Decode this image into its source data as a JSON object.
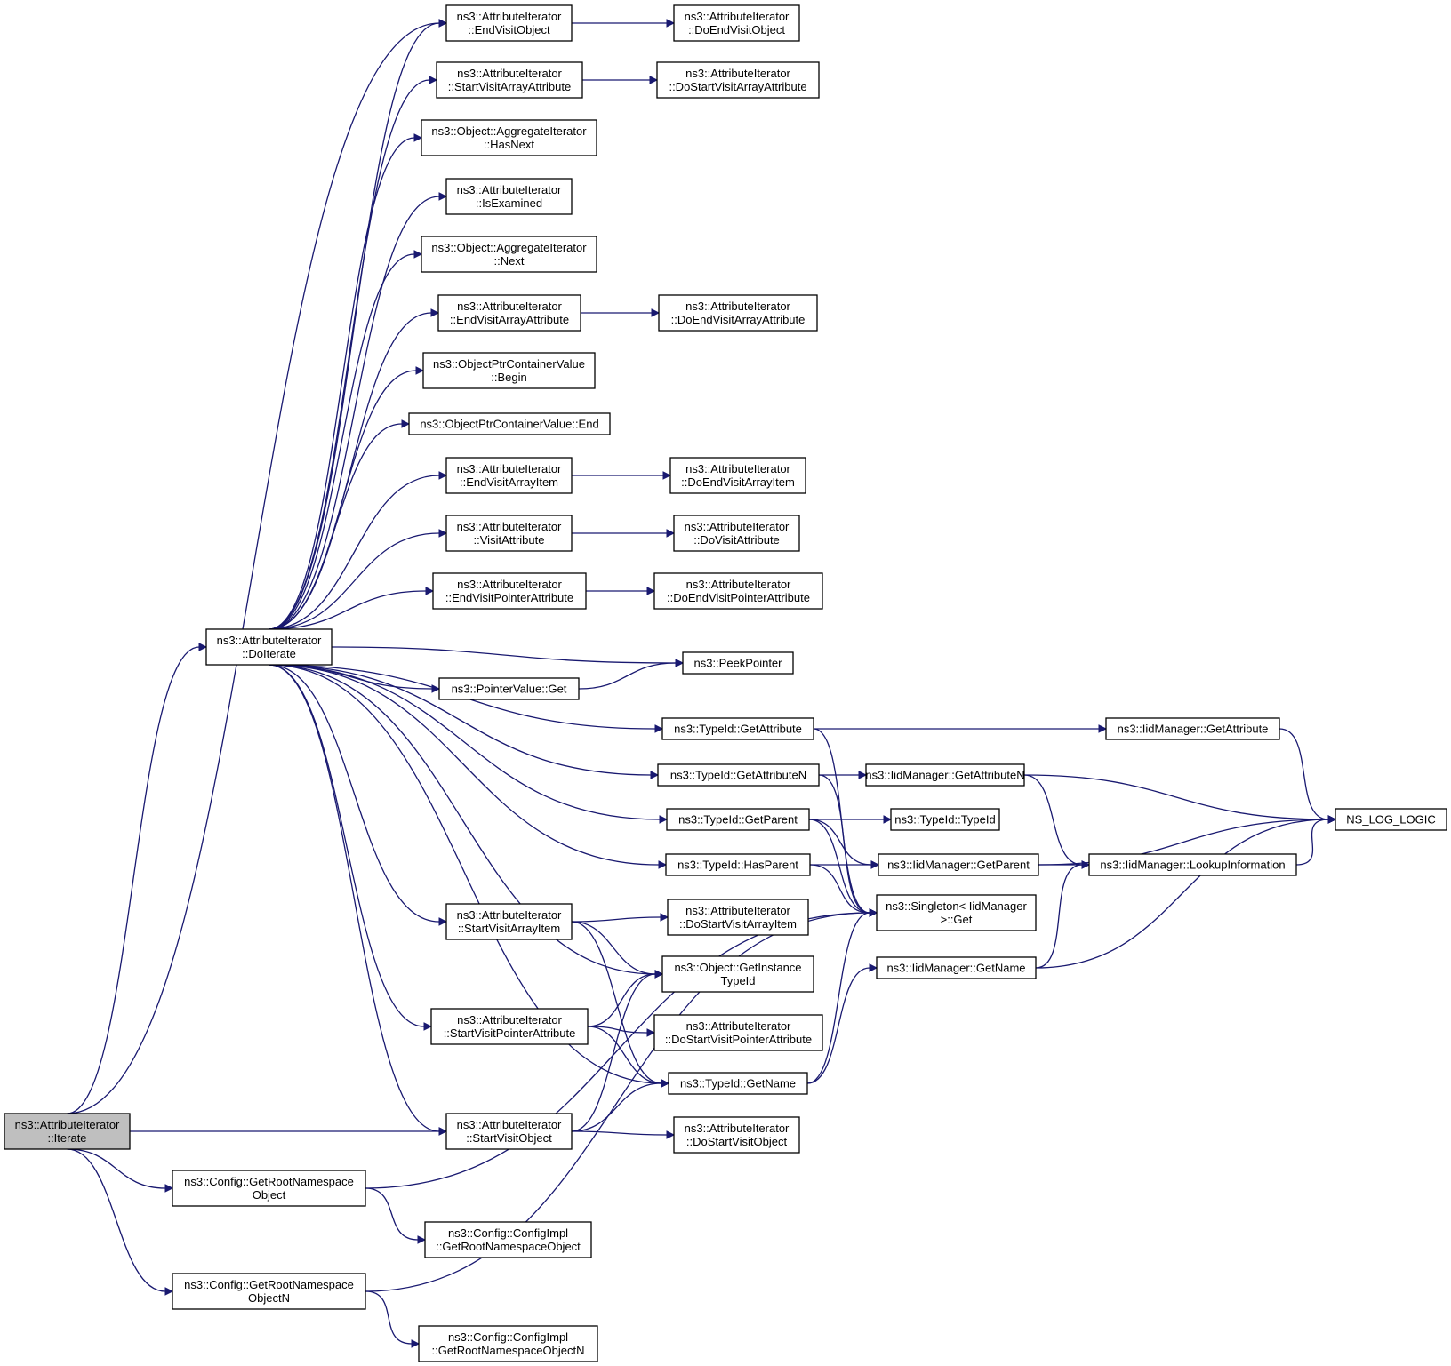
{
  "colors": {
    "edge": "#191970",
    "root_fill": "#bfbfbf",
    "node_fill": "#ffffff",
    "node_border": "#000000"
  },
  "nodes": [
    {
      "id": "iterate",
      "lines": [
        "ns3::AttributeIterator",
        "::Iterate"
      ],
      "root": true
    },
    {
      "id": "doiterate",
      "lines": [
        "ns3::AttributeIterator",
        "::DoIterate"
      ]
    },
    {
      "id": "grn_obj",
      "lines": [
        "ns3::Config::GetRootNamespace",
        "Object"
      ]
    },
    {
      "id": "grn_objn",
      "lines": [
        "ns3::Config::GetRootNamespace",
        "ObjectN"
      ]
    },
    {
      "id": "cfgimpl_obj",
      "lines": [
        "ns3::Config::ConfigImpl",
        "::GetRootNamespaceObject"
      ]
    },
    {
      "id": "cfgimpl_objn",
      "lines": [
        "ns3::Config::ConfigImpl",
        "::GetRootNamespaceObjectN"
      ]
    },
    {
      "id": "endvisitobj",
      "lines": [
        "ns3::AttributeIterator",
        "::EndVisitObject"
      ]
    },
    {
      "id": "startvisitarrattr",
      "lines": [
        "ns3::AttributeIterator",
        "::StartVisitArrayAttribute"
      ]
    },
    {
      "id": "agg_hasnext",
      "lines": [
        "ns3::Object::AggregateIterator",
        "::HasNext"
      ]
    },
    {
      "id": "isexamined",
      "lines": [
        "ns3::AttributeIterator",
        "::IsExamined"
      ]
    },
    {
      "id": "agg_next",
      "lines": [
        "ns3::Object::AggregateIterator",
        "::Next"
      ]
    },
    {
      "id": "endvisitarrattr",
      "lines": [
        "ns3::AttributeIterator",
        "::EndVisitArrayAttribute"
      ]
    },
    {
      "id": "optr_begin",
      "lines": [
        "ns3::ObjectPtrContainerValue",
        "::Begin"
      ]
    },
    {
      "id": "optr_end",
      "lines": [
        "ns3::ObjectPtrContainerValue::End"
      ]
    },
    {
      "id": "endvisitarritem",
      "lines": [
        "ns3::AttributeIterator",
        "::EndVisitArrayItem"
      ]
    },
    {
      "id": "visitattr",
      "lines": [
        "ns3::AttributeIterator",
        "::VisitAttribute"
      ]
    },
    {
      "id": "endvisitptrattr",
      "lines": [
        "ns3::AttributeIterator",
        "::EndVisitPointerAttribute"
      ]
    },
    {
      "id": "pointervalue_get",
      "lines": [
        "ns3::PointerValue::Get"
      ]
    },
    {
      "id": "startvisitarritem",
      "lines": [
        "ns3::AttributeIterator",
        "::StartVisitArrayItem"
      ]
    },
    {
      "id": "startvisitptrattr",
      "lines": [
        "ns3::AttributeIterator",
        "::StartVisitPointerAttribute"
      ]
    },
    {
      "id": "startvisitobj",
      "lines": [
        "ns3::AttributeIterator",
        "::StartVisitObject"
      ]
    },
    {
      "id": "doendvisitobj",
      "lines": [
        "ns3::AttributeIterator",
        "::DoEndVisitObject"
      ]
    },
    {
      "id": "dostartvisitarrattr",
      "lines": [
        "ns3::AttributeIterator",
        "::DoStartVisitArrayAttribute"
      ]
    },
    {
      "id": "doendvisitarrattr",
      "lines": [
        "ns3::AttributeIterator",
        "::DoEndVisitArrayAttribute"
      ]
    },
    {
      "id": "doendvisitarritem",
      "lines": [
        "ns3::AttributeIterator",
        "::DoEndVisitArrayItem"
      ]
    },
    {
      "id": "dovisitattr",
      "lines": [
        "ns3::AttributeIterator",
        "::DoVisitAttribute"
      ]
    },
    {
      "id": "doendvisitptrattr",
      "lines": [
        "ns3::AttributeIterator",
        "::DoEndVisitPointerAttribute"
      ]
    },
    {
      "id": "peekpointer",
      "lines": [
        "ns3::PeekPointer"
      ]
    },
    {
      "id": "typeid_getattr",
      "lines": [
        "ns3::TypeId::GetAttribute"
      ]
    },
    {
      "id": "typeid_getattrn",
      "lines": [
        "ns3::TypeId::GetAttributeN"
      ]
    },
    {
      "id": "typeid_getparent",
      "lines": [
        "ns3::TypeId::GetParent"
      ]
    },
    {
      "id": "typeid_hasparent",
      "lines": [
        "ns3::TypeId::HasParent"
      ]
    },
    {
      "id": "dostartvisitarritem",
      "lines": [
        "ns3::AttributeIterator",
        "::DoStartVisitArrayItem"
      ]
    },
    {
      "id": "getinstancetypeid",
      "lines": [
        "ns3::Object::GetInstance",
        "TypeId"
      ]
    },
    {
      "id": "dostartvisitptrattr",
      "lines": [
        "ns3::AttributeIterator",
        "::DoStartVisitPointerAttribute"
      ]
    },
    {
      "id": "typeid_getname",
      "lines": [
        "ns3::TypeId::GetName"
      ]
    },
    {
      "id": "dostartvisitobj",
      "lines": [
        "ns3::AttributeIterator",
        "::DoStartVisitObject"
      ]
    },
    {
      "id": "iid_getattrn",
      "lines": [
        "ns3::IidManager::GetAttributeN"
      ]
    },
    {
      "id": "typeid_typeid",
      "lines": [
        "ns3::TypeId::TypeId"
      ]
    },
    {
      "id": "iid_getparent",
      "lines": [
        "ns3::IidManager::GetParent"
      ]
    },
    {
      "id": "singleton_get",
      "lines": [
        "ns3::Singleton< IidManager",
        " >::Get"
      ]
    },
    {
      "id": "iid_getname",
      "lines": [
        "ns3::IidManager::GetName"
      ]
    },
    {
      "id": "iid_getattr",
      "lines": [
        "ns3::IidManager::GetAttribute"
      ]
    },
    {
      "id": "iid_lookup",
      "lines": [
        "ns3::IidManager::LookupInformation"
      ]
    },
    {
      "id": "ns_log_logic",
      "lines": [
        "NS_LOG_LOGIC"
      ]
    }
  ],
  "edges": [
    [
      "iterate",
      "doiterate"
    ],
    [
      "iterate",
      "endvisitobj"
    ],
    [
      "iterate",
      "startvisitobj"
    ],
    [
      "iterate",
      "grn_obj"
    ],
    [
      "iterate",
      "grn_objn"
    ],
    [
      "doiterate",
      "endvisitobj"
    ],
    [
      "doiterate",
      "startvisitarrattr"
    ],
    [
      "doiterate",
      "agg_hasnext"
    ],
    [
      "doiterate",
      "isexamined"
    ],
    [
      "doiterate",
      "agg_next"
    ],
    [
      "doiterate",
      "endvisitarrattr"
    ],
    [
      "doiterate",
      "optr_begin"
    ],
    [
      "doiterate",
      "optr_end"
    ],
    [
      "doiterate",
      "endvisitarritem"
    ],
    [
      "doiterate",
      "visitattr"
    ],
    [
      "doiterate",
      "endvisitptrattr"
    ],
    [
      "doiterate",
      "peekpointer"
    ],
    [
      "doiterate",
      "pointervalue_get"
    ],
    [
      "doiterate",
      "typeid_getattr"
    ],
    [
      "doiterate",
      "typeid_getattrn"
    ],
    [
      "doiterate",
      "typeid_getparent"
    ],
    [
      "doiterate",
      "typeid_hasparent"
    ],
    [
      "doiterate",
      "startvisitarritem"
    ],
    [
      "doiterate",
      "getinstancetypeid"
    ],
    [
      "doiterate",
      "startvisitptrattr"
    ],
    [
      "doiterate",
      "typeid_getname"
    ],
    [
      "doiterate",
      "startvisitobj"
    ],
    [
      "endvisitobj",
      "doendvisitobj"
    ],
    [
      "startvisitarrattr",
      "dostartvisitarrattr"
    ],
    [
      "endvisitarrattr",
      "doendvisitarrattr"
    ],
    [
      "endvisitarritem",
      "doendvisitarritem"
    ],
    [
      "visitattr",
      "dovisitattr"
    ],
    [
      "endvisitptrattr",
      "doendvisitptrattr"
    ],
    [
      "pointervalue_get",
      "peekpointer"
    ],
    [
      "typeid_getattr",
      "iid_getattr"
    ],
    [
      "typeid_getattr",
      "singleton_get"
    ],
    [
      "typeid_getattrn",
      "iid_getattrn"
    ],
    [
      "typeid_getattrn",
      "singleton_get"
    ],
    [
      "typeid_getparent",
      "typeid_typeid"
    ],
    [
      "typeid_getparent",
      "iid_getparent"
    ],
    [
      "typeid_getparent",
      "singleton_get"
    ],
    [
      "typeid_hasparent",
      "iid_getparent"
    ],
    [
      "typeid_hasparent",
      "singleton_get"
    ],
    [
      "startvisitarritem",
      "dostartvisitarritem"
    ],
    [
      "startvisitarritem",
      "getinstancetypeid"
    ],
    [
      "startvisitarritem",
      "typeid_getname"
    ],
    [
      "startvisitptrattr",
      "getinstancetypeid"
    ],
    [
      "startvisitptrattr",
      "dostartvisitptrattr"
    ],
    [
      "startvisitptrattr",
      "typeid_getname"
    ],
    [
      "startvisitobj",
      "getinstancetypeid"
    ],
    [
      "startvisitobj",
      "typeid_getname"
    ],
    [
      "startvisitobj",
      "dostartvisitobj"
    ],
    [
      "typeid_getname",
      "iid_getname"
    ],
    [
      "typeid_getname",
      "singleton_get"
    ],
    [
      "grn_obj",
      "cfgimpl_obj"
    ],
    [
      "grn_obj",
      "singleton_get"
    ],
    [
      "grn_objn",
      "cfgimpl_objn"
    ],
    [
      "grn_objn",
      "singleton_get"
    ],
    [
      "iid_getattr",
      "ns_log_logic"
    ],
    [
      "iid_getattrn",
      "ns_log_logic"
    ],
    [
      "iid_getattrn",
      "iid_lookup"
    ],
    [
      "iid_getparent",
      "ns_log_logic"
    ],
    [
      "iid_getparent",
      "iid_lookup"
    ],
    [
      "iid_lookup",
      "ns_log_logic"
    ],
    [
      "iid_getname",
      "iid_lookup"
    ],
    [
      "iid_getname",
      "ns_log_logic"
    ]
  ]
}
